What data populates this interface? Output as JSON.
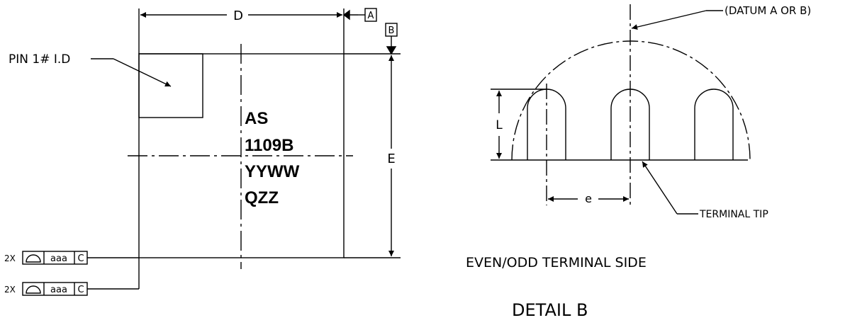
{
  "top_view": {
    "dim_d": "D",
    "dim_e": "E",
    "datum_a": "A",
    "datum_b": "B",
    "pin_label": "PIN 1# I.D",
    "marking": [
      "AS",
      "1109B",
      "YYWW",
      "QZZ"
    ],
    "tolerance_frames": [
      {
        "prefix": "2X",
        "value": "aaa",
        "datum": "C"
      },
      {
        "prefix": "2X",
        "value": "aaa",
        "datum": "C"
      }
    ]
  },
  "detail": {
    "datum_note": "(DATUM A OR B)",
    "dim_l": "L",
    "dim_e": "e",
    "terminal_tip": "TERMINAL TIP",
    "side_label": "EVEN/ODD TERMINAL SIDE",
    "title": "DETAIL B"
  },
  "colors": {
    "line": "#000000",
    "background": "#ffffff"
  }
}
